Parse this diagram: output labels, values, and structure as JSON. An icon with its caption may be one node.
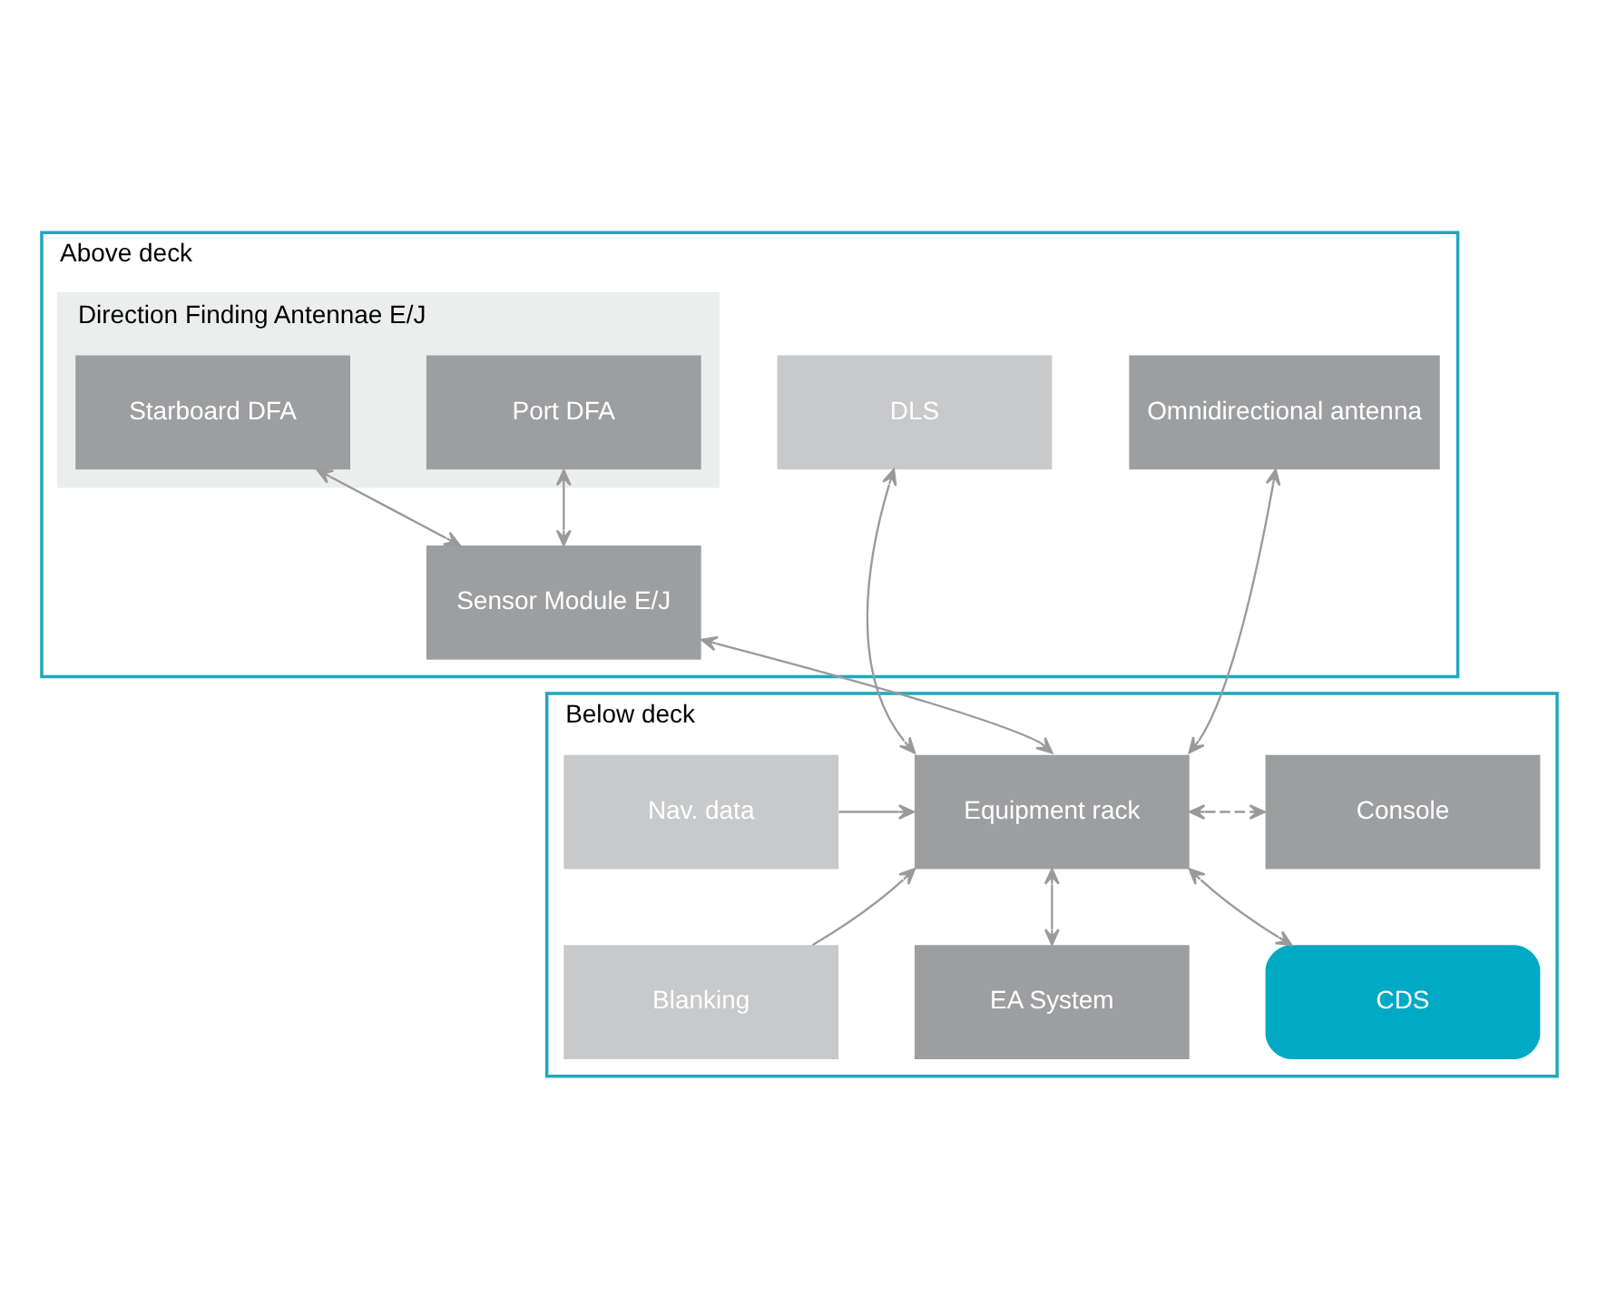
{
  "diagram": {
    "nodes": [
      {
        "text": [
          "Above deck"
        ]
      },
      {
        "text": [
          "Direction Finding Antennae E/J"
        ],
        "in": 0
      },
      {
        "text": [
          "DLS"
        ],
        "in": 0
      },
      {
        "text": [
          "Port DFA"
        ],
        "in": 1
      },
      {
        "text": [
          "Starboard DFA"
        ],
        "in": 1
      },
      {
        "text": [
          "Omnidirectional antenna"
        ],
        "in": 0
      },
      {
        "text": [
          "Sensor Module E/J"
        ],
        "in": 0
      },
      {
        "text": [
          "Below deck"
        ]
      },
      {
        "text": [
          "Nav. data"
        ],
        "in": 7
      },
      {
        "text": [
          "Equipment rack"
        ],
        "in": 7
      },
      {
        "text": [
          "Console"
        ],
        "in": 7
      },
      {
        "text": [
          "Blanking"
        ],
        "in": 7
      },
      {
        "text": [
          "EA System"
        ],
        "in": 7
      },
      {
        "text": [
          "CDS"
        ],
        "in": 7
      }
    ],
    "edges": [
      {
        "from": 3,
        "to": 6,
        "arrow": "both"
      },
      {
        "from": 4,
        "to": 6,
        "arrow": "both"
      },
      {
        "from": 2,
        "to": 9,
        "arrow": "both"
      },
      {
        "from": 6,
        "to": 9,
        "arrow": "both"
      },
      {
        "from": 5,
        "to": 9,
        "arrow": "both"
      },
      {
        "from": 8,
        "to": 9,
        "arrow": "to"
      },
      {
        "from": 9,
        "to": 10,
        "arrow": "both",
        "style": "dashed"
      },
      {
        "from": 11,
        "to": 9,
        "arrow": "to"
      },
      {
        "from": 9,
        "to": 12,
        "arrow": "both"
      },
      {
        "from": 9,
        "to": 13,
        "arrow": "both"
      }
    ]
  }
}
